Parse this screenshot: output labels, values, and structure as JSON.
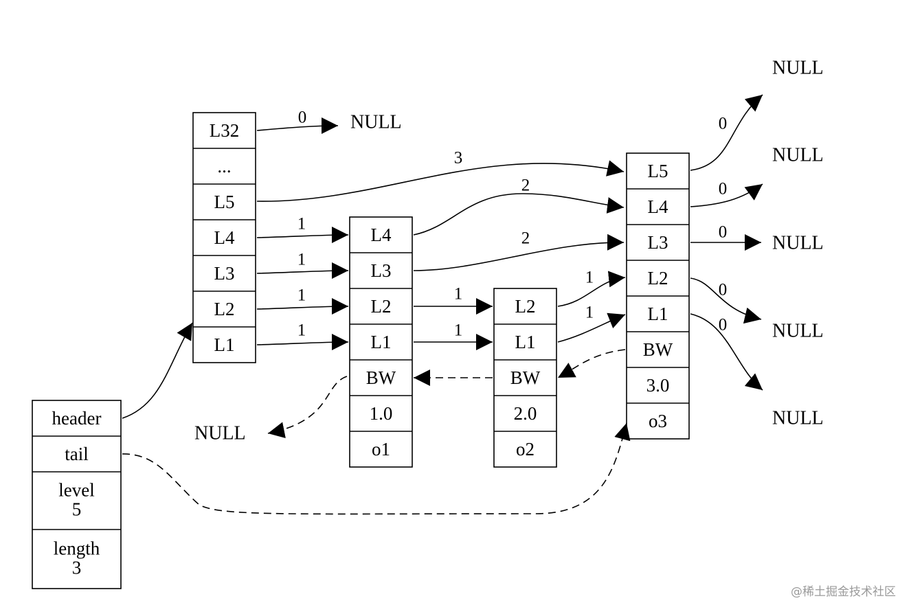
{
  "nodes": {
    "header_node": [
      "L32",
      "...",
      "L5",
      "L4",
      "L3",
      "L2",
      "L1"
    ],
    "skiplist": [
      "header",
      "tail",
      "level\n5",
      "length\n3"
    ],
    "node1": [
      "L4",
      "L3",
      "L2",
      "L1",
      "BW",
      "1.0",
      "o1"
    ],
    "node2": [
      "L2",
      "L1",
      "BW",
      "2.0",
      "o2"
    ],
    "node3": [
      "L5",
      "L4",
      "L3",
      "L2",
      "L1",
      "BW",
      "3.0",
      "o3"
    ]
  },
  "null_label": "NULL",
  "edge_labels": {
    "h_l32": "0",
    "h_l5": "3",
    "h_l4": "1",
    "h_l3": "1",
    "h_l2": "1",
    "h_l1": "1",
    "n1_l4": "2",
    "n1_l3": "2",
    "n1_l2": "1",
    "n1_l1": "1",
    "n2_l2": "1",
    "n2_l1": "1",
    "n3_l5": "0",
    "n3_l4": "0",
    "n3_l3": "0",
    "n3_l2": "0",
    "n3_l1": "0"
  },
  "watermark": "@稀土掘金技术社区"
}
